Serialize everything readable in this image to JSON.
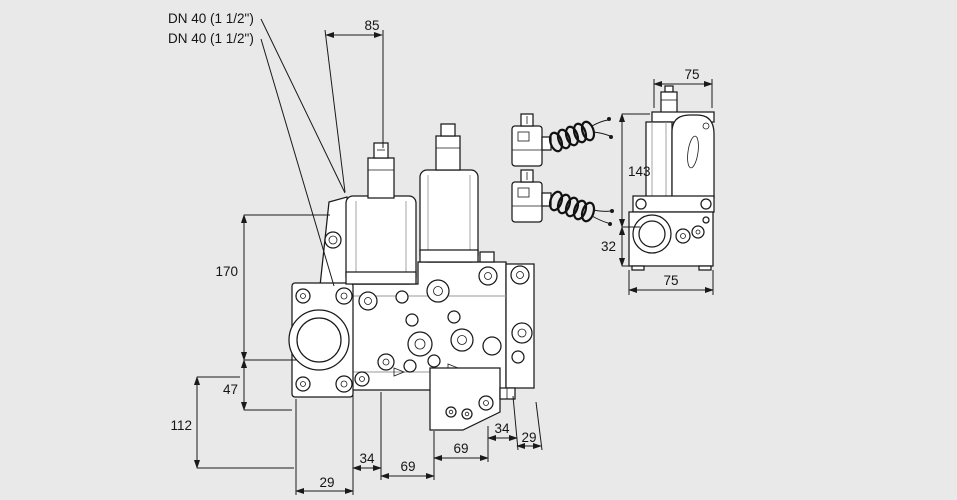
{
  "page": {
    "background_color": "#e9e9e9",
    "line_color": "#1a1a1a"
  },
  "diagram": {
    "description": "Dimensional technical drawing of a DN 40 double solenoid valve assembly: front view with dimensions, two cable connectors, and side view",
    "labels": {
      "dn_line1": "DN 40 (1 1/2\")",
      "dn_line2": "DN 40 (1 1/2\")",
      "dim_85": "85",
      "dim_170": "170",
      "dim_47": "47",
      "dim_112": "112",
      "dim_29_bottom": "29",
      "dim_34_left": "34",
      "dim_69_left": "69",
      "dim_69_right": "69",
      "dim_34_right": "34",
      "dim_29_right": "29",
      "side_dim_75_top": "75",
      "side_dim_143": "143",
      "side_dim_32": "32",
      "side_dim_75_bottom": "75"
    }
  }
}
